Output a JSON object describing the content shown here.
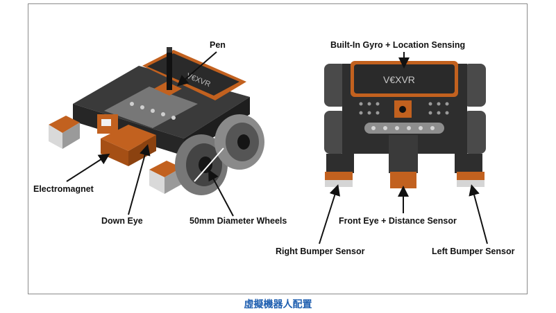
{
  "diagram": {
    "left_robot_labels": {
      "pen": "Pen",
      "electromagnet": "Electromagnet",
      "down_eye": "Down Eye",
      "wheels": "50mm Diameter Wheels"
    },
    "right_robot_labels": {
      "gyro": "Built-In Gyro + Location Sensing",
      "front_eye": "Front Eye + Distance Sensor",
      "right_bumper": "Right Bumper Sensor",
      "left_bumper": "Left Bumper Sensor"
    },
    "brand_logo_text": "VEXVR",
    "colors": {
      "orange": "#c2611f",
      "dark_body": "#2c2c2c",
      "caption_blue": "#1f5fb0"
    }
  },
  "caption": "虛擬機器人配置"
}
